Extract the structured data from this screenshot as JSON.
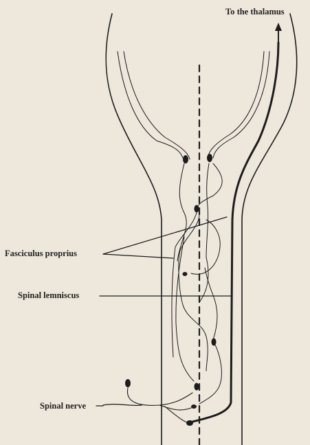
{
  "labels": {
    "to_thalamus": "To the thalamus",
    "fasciculus_proprius": "Fasciculus proprius",
    "spinal_lemniscus": "Spinal lemniscus",
    "spinal_nerve": "Spinal nerve"
  },
  "colors": {
    "background": "#ede7dc",
    "ink": "#1c1c1c",
    "fiber": "#2c2c2c"
  }
}
